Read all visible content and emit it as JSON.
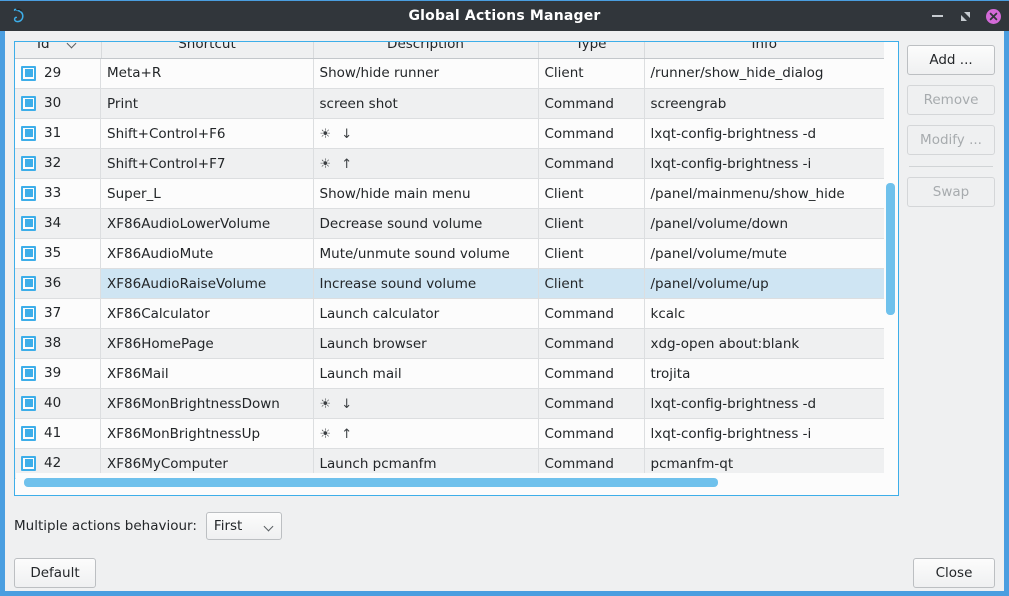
{
  "window": {
    "title": "Global Actions Manager",
    "icon": "lxqt-logo-icon",
    "minimize_label": "–",
    "maximize_label": "⤡",
    "close_label": "✕"
  },
  "table": {
    "columns": [
      "Id",
      "Shortcut",
      "Description",
      "Type",
      "Info"
    ],
    "sort_column": "Id",
    "sort_direction": "descending-chevron",
    "rows": [
      {
        "id": "29",
        "shortcut": "Meta+R",
        "description": "Show/hide runner",
        "type": "Client",
        "info": "/runner/show_hide_dialog",
        "selected": false
      },
      {
        "id": "30",
        "shortcut": "Print",
        "description": "screen shot",
        "type": "Command",
        "info": "screengrab",
        "selected": false
      },
      {
        "id": "31",
        "shortcut": "Shift+Control+F6",
        "description": "☀ ↓",
        "type": "Command",
        "info": "lxqt-config-brightness -d",
        "selected": false
      },
      {
        "id": "32",
        "shortcut": "Shift+Control+F7",
        "description": "☀ ↑",
        "type": "Command",
        "info": "lxqt-config-brightness -i",
        "selected": false
      },
      {
        "id": "33",
        "shortcut": "Super_L",
        "description": "Show/hide main menu",
        "type": "Client",
        "info": "/panel/mainmenu/show_hide",
        "selected": false
      },
      {
        "id": "34",
        "shortcut": "XF86AudioLowerVolume",
        "description": "Decrease sound volume",
        "type": "Client",
        "info": "/panel/volume/down",
        "selected": false
      },
      {
        "id": "35",
        "shortcut": "XF86AudioMute",
        "description": "Mute/unmute sound volume",
        "type": "Client",
        "info": "/panel/volume/mute",
        "selected": false
      },
      {
        "id": "36",
        "shortcut": "XF86AudioRaiseVolume",
        "description": "Increase sound volume",
        "type": "Client",
        "info": "/panel/volume/up",
        "selected": true
      },
      {
        "id": "37",
        "shortcut": "XF86Calculator",
        "description": "Launch calculator",
        "type": "Command",
        "info": "kcalc",
        "selected": false
      },
      {
        "id": "38",
        "shortcut": "XF86HomePage",
        "description": "Launch browser",
        "type": "Command",
        "info": "xdg-open about:blank",
        "selected": false
      },
      {
        "id": "39",
        "shortcut": "XF86Mail",
        "description": "Launch mail",
        "type": "Command",
        "info": "trojita",
        "selected": false
      },
      {
        "id": "40",
        "shortcut": "XF86MonBrightnessDown",
        "description": "☀ ↓",
        "type": "Command",
        "info": "lxqt-config-brightness -d",
        "selected": false
      },
      {
        "id": "41",
        "shortcut": "XF86MonBrightnessUp",
        "description": "☀ ↑",
        "type": "Command",
        "info": "lxqt-config-brightness -i",
        "selected": false
      },
      {
        "id": "42",
        "shortcut": "XF86MyComputer",
        "description": "Launch pcmanfm",
        "type": "Command",
        "info": "pcmanfm-qt",
        "selected": false
      }
    ]
  },
  "side_buttons": {
    "add": {
      "label": "Add ...",
      "enabled": true
    },
    "remove": {
      "label": "Remove",
      "enabled": false
    },
    "modify": {
      "label": "Modify ...",
      "enabled": false
    },
    "swap": {
      "label": "Swap",
      "enabled": false
    }
  },
  "behaviour": {
    "label": "Multiple actions behaviour:",
    "selected": "First",
    "options": [
      "First"
    ]
  },
  "footer": {
    "default_label": "Default",
    "close_label": "Close"
  },
  "colors": {
    "accent": "#3daee9",
    "titlebar": "#31363b",
    "selection": "#cfe5f3",
    "scrollbar_thumb": "#6fc1ec",
    "close_button": "#d36ad8"
  }
}
